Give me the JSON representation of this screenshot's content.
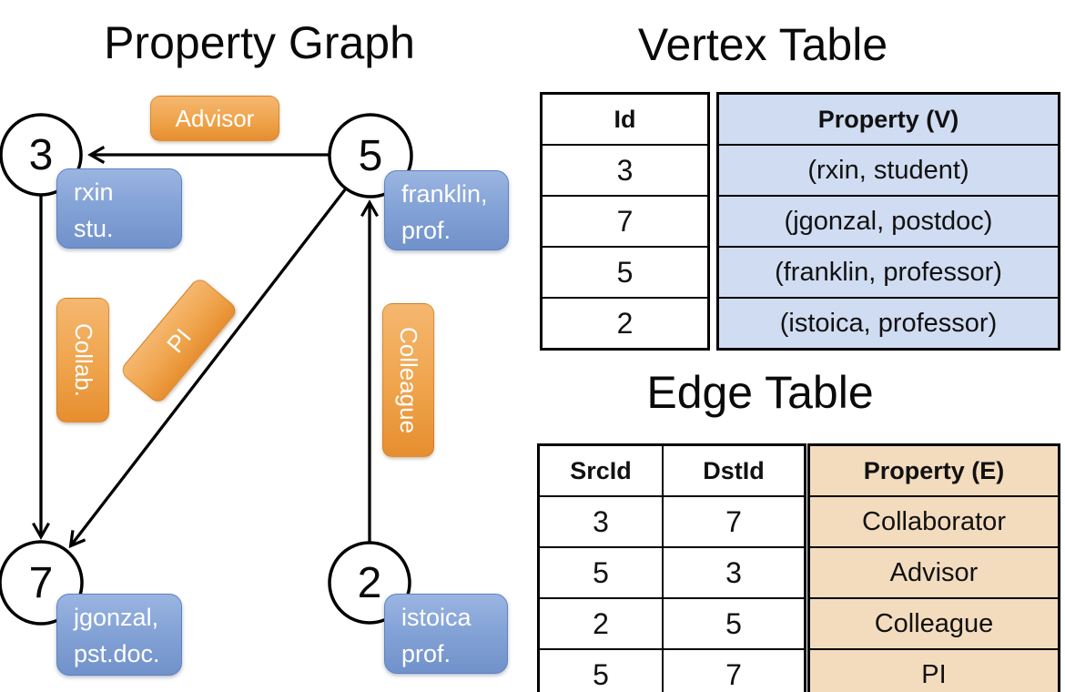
{
  "graph": {
    "title": "Property Graph",
    "nodes": [
      {
        "id": "3",
        "property_lines": [
          "rxin",
          "stu."
        ]
      },
      {
        "id": "5",
        "property_lines": [
          "franklin,",
          "prof."
        ]
      },
      {
        "id": "7",
        "property_lines": [
          "jgonzal,",
          "pst.doc."
        ]
      },
      {
        "id": "2",
        "property_lines": [
          "istoica",
          "prof."
        ]
      }
    ],
    "edges": [
      {
        "from": "5",
        "to": "3",
        "label": "Advisor"
      },
      {
        "from": "3",
        "to": "7",
        "label": "Collab."
      },
      {
        "from": "5",
        "to": "7",
        "label": "PI"
      },
      {
        "from": "2",
        "to": "5",
        "label": "Colleague"
      }
    ]
  },
  "vertex_table": {
    "title": "Vertex Table",
    "headers": {
      "id": "Id",
      "property": "Property (V)"
    },
    "rows": [
      {
        "id": "3",
        "property": "(rxin, student)"
      },
      {
        "id": "7",
        "property": "(jgonzal, postdoc)"
      },
      {
        "id": "5",
        "property": "(franklin, professor)"
      },
      {
        "id": "2",
        "property": "(istoica, professor)"
      }
    ]
  },
  "edge_table": {
    "title": "Edge Table",
    "headers": {
      "src": "SrcId",
      "dst": "DstId",
      "property": "Property (E)"
    },
    "rows": [
      {
        "src": "3",
        "dst": "7",
        "property": "Collaborator"
      },
      {
        "src": "5",
        "dst": "3",
        "property": "Advisor"
      },
      {
        "src": "2",
        "dst": "5",
        "property": "Colleague"
      },
      {
        "src": "5",
        "dst": "7",
        "property": "PI"
      }
    ]
  },
  "colors": {
    "edge_label_orange": "#EFA44C",
    "vertex_box_blue": "#84A3D6",
    "vertex_table_fill": "#D0DCF1",
    "edge_table_fill": "#F3DCBE",
    "line_black": "#000000"
  }
}
